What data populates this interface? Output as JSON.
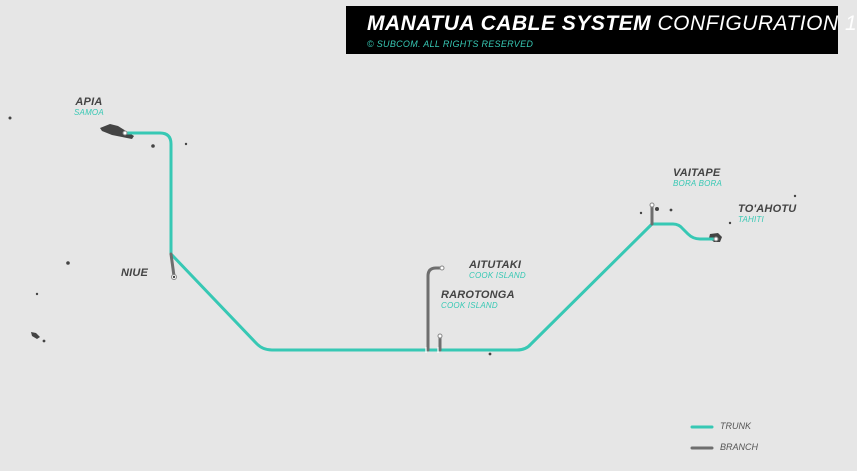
{
  "header": {
    "title_bold": "MANATUA CABLE SYSTEM",
    "title_light": "CONFIGURATION 1",
    "copyright": "© SUBCOM. ALL RIGHTS RESERVED"
  },
  "colors": {
    "background": "#e6e6e6",
    "trunk": "#37c8b4",
    "branch": "#6e6e6e",
    "land": "#444444",
    "header_bg": "#000000"
  },
  "landings": [
    {
      "name": "APIA",
      "sub": "SAMOA"
    },
    {
      "name": "NIUE",
      "sub": ""
    },
    {
      "name": "AITUTAKI",
      "sub": "COOK ISLAND"
    },
    {
      "name": "RAROTONGA",
      "sub": "COOK ISLAND"
    },
    {
      "name": "VAITAPE",
      "sub": "BORA BORA"
    },
    {
      "name": "TO'AHOTU",
      "sub": "TAHITI"
    }
  ],
  "legend": {
    "trunk": "TRUNK",
    "branch": "BRANCH"
  }
}
